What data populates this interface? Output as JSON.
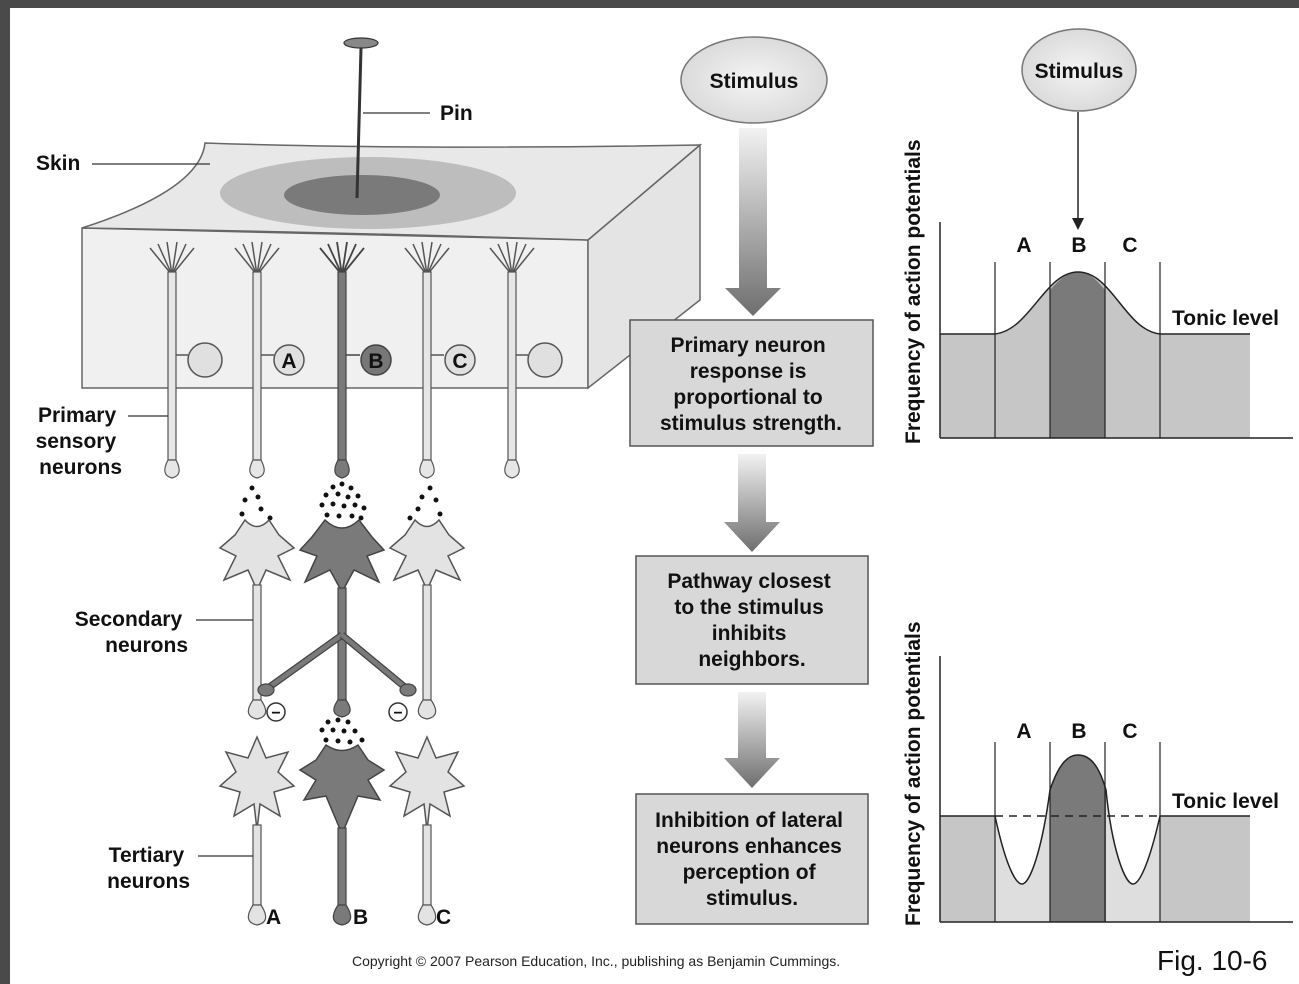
{
  "labels": {
    "pin": "Pin",
    "skin": "Skin",
    "primary": [
      "Primary",
      "sensory",
      "neurons"
    ],
    "secondary": [
      "Secondary",
      "neurons"
    ],
    "tertiary": [
      "Tertiary",
      "neurons"
    ],
    "a": "A",
    "b": "B",
    "c": "C",
    "minus": "−"
  },
  "flow": {
    "stimulus": "Stimulus",
    "box1": [
      "Primary neuron",
      "response is",
      "proportional to",
      "stimulus strength."
    ],
    "box2": [
      "Pathway closest",
      "to the stimulus",
      "inhibits",
      "neighbors."
    ],
    "box3": [
      "Inhibition of lateral",
      "neurons enhances",
      "perception of",
      "stimulus."
    ]
  },
  "graphs": {
    "stimulus": "Stimulus",
    "ylabel": "Frequency of action potentials",
    "tonic": "Tonic level",
    "cols": [
      "A",
      "B",
      "C"
    ]
  },
  "footer": {
    "copyright": "Copyright © 2007 Pearson Education, Inc., publishing as Benjamin Cummings.",
    "fig": "Fig. 10-6"
  },
  "colors": {
    "background": "#4a4a4a",
    "panel": "#ffffff",
    "light_gray": "#d9d9d9",
    "mid_gray": "#bdbdbd",
    "dark_gray": "#777777",
    "box_fill": "#d8d8d8"
  }
}
